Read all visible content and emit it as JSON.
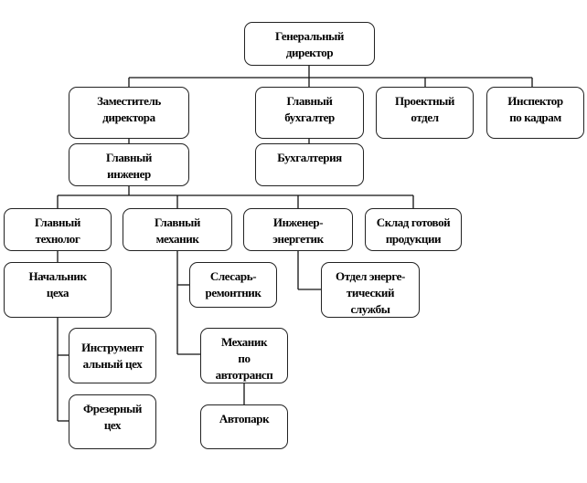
{
  "nodes": {
    "general_director": [
      "Генеральный",
      "директор"
    ],
    "deputy_director": [
      "Заместитель",
      "директора"
    ],
    "chief_accountant": [
      "Главный",
      "бухгалтер"
    ],
    "project_dept": [
      "Проектный",
      "отдел"
    ],
    "hr_inspector": [
      "Инспектор",
      "по кадрам"
    ],
    "chief_engineer": [
      "Главный",
      "инженер"
    ],
    "accounting": [
      "Бухгалтерия"
    ],
    "chief_technologist": [
      "Главный",
      "технолог"
    ],
    "chief_mechanic": [
      "Главный",
      "механик"
    ],
    "power_engineer": [
      "Инженер-",
      "энергетик"
    ],
    "finished_goods_warehouse": [
      "Склад готовой",
      "продукции"
    ],
    "shop_head": [
      "Начальник",
      "цеха"
    ],
    "repair_fitter": [
      "Слесарь-",
      "ремонтник"
    ],
    "power_dept": [
      "Отдел энерге-",
      "тический",
      "службы"
    ],
    "tool_shop": [
      "Инструмент",
      "альный цех"
    ],
    "milling_shop": [
      "Фрезерный",
      "цех"
    ],
    "transport_mechanic": [
      "Механик",
      "по",
      "автотрансп"
    ],
    "motor_pool": [
      "Автопарк"
    ]
  },
  "colors": {
    "line": "#111111",
    "border": "#222222"
  }
}
